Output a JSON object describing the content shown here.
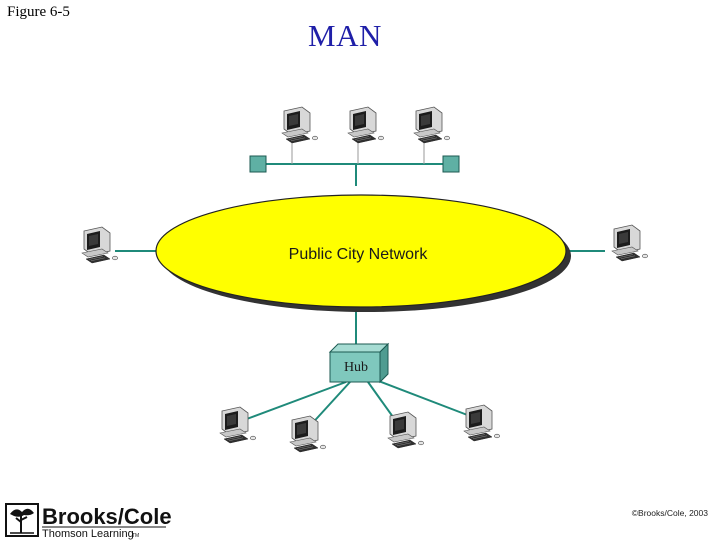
{
  "header": {
    "figure_label": "Figure 6-5",
    "title": "MAN"
  },
  "diagram": {
    "network_label": "Public City Network",
    "hub_label": "Hub",
    "colors": {
      "network_fill": "#ffff00",
      "link": "#1f8a7a",
      "connector_fill": "#5fb0a4",
      "hub_fill": "#7fc8bd"
    },
    "top_bus_computers": 3,
    "side_computers": 2,
    "hub_computers": 4
  },
  "footer": {
    "brand_name": "Brooks/Cole",
    "brand_sub": "Thomson Learning",
    "brand_tm": "TM",
    "copyright": "©Brooks/Cole, 2003"
  }
}
